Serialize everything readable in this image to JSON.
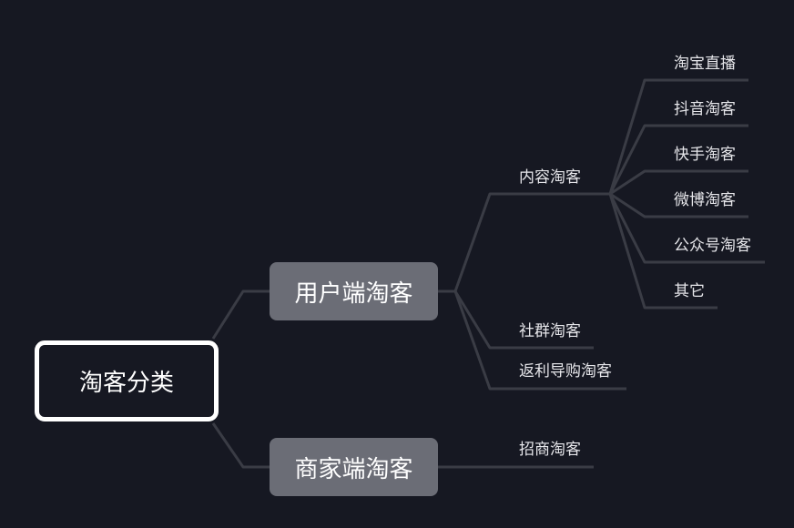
{
  "root": {
    "label": "淘客分类"
  },
  "branches": [
    {
      "label": "用户端淘客",
      "children": [
        {
          "label": "内容淘客",
          "children": [
            "淘宝直播",
            "抖音淘客",
            "快手淘客",
            "微博淘客",
            "公众号淘客",
            "其它"
          ]
        },
        {
          "label": "社群淘客"
        },
        {
          "label": "返利导购淘客"
        }
      ]
    },
    {
      "label": "商家端淘客",
      "children": [
        {
          "label": "招商淘客"
        }
      ]
    }
  ],
  "colors": {
    "background": "#161822",
    "line": "#3a3c45",
    "node": "#6b6d76",
    "root_border": "#ffffff"
  }
}
